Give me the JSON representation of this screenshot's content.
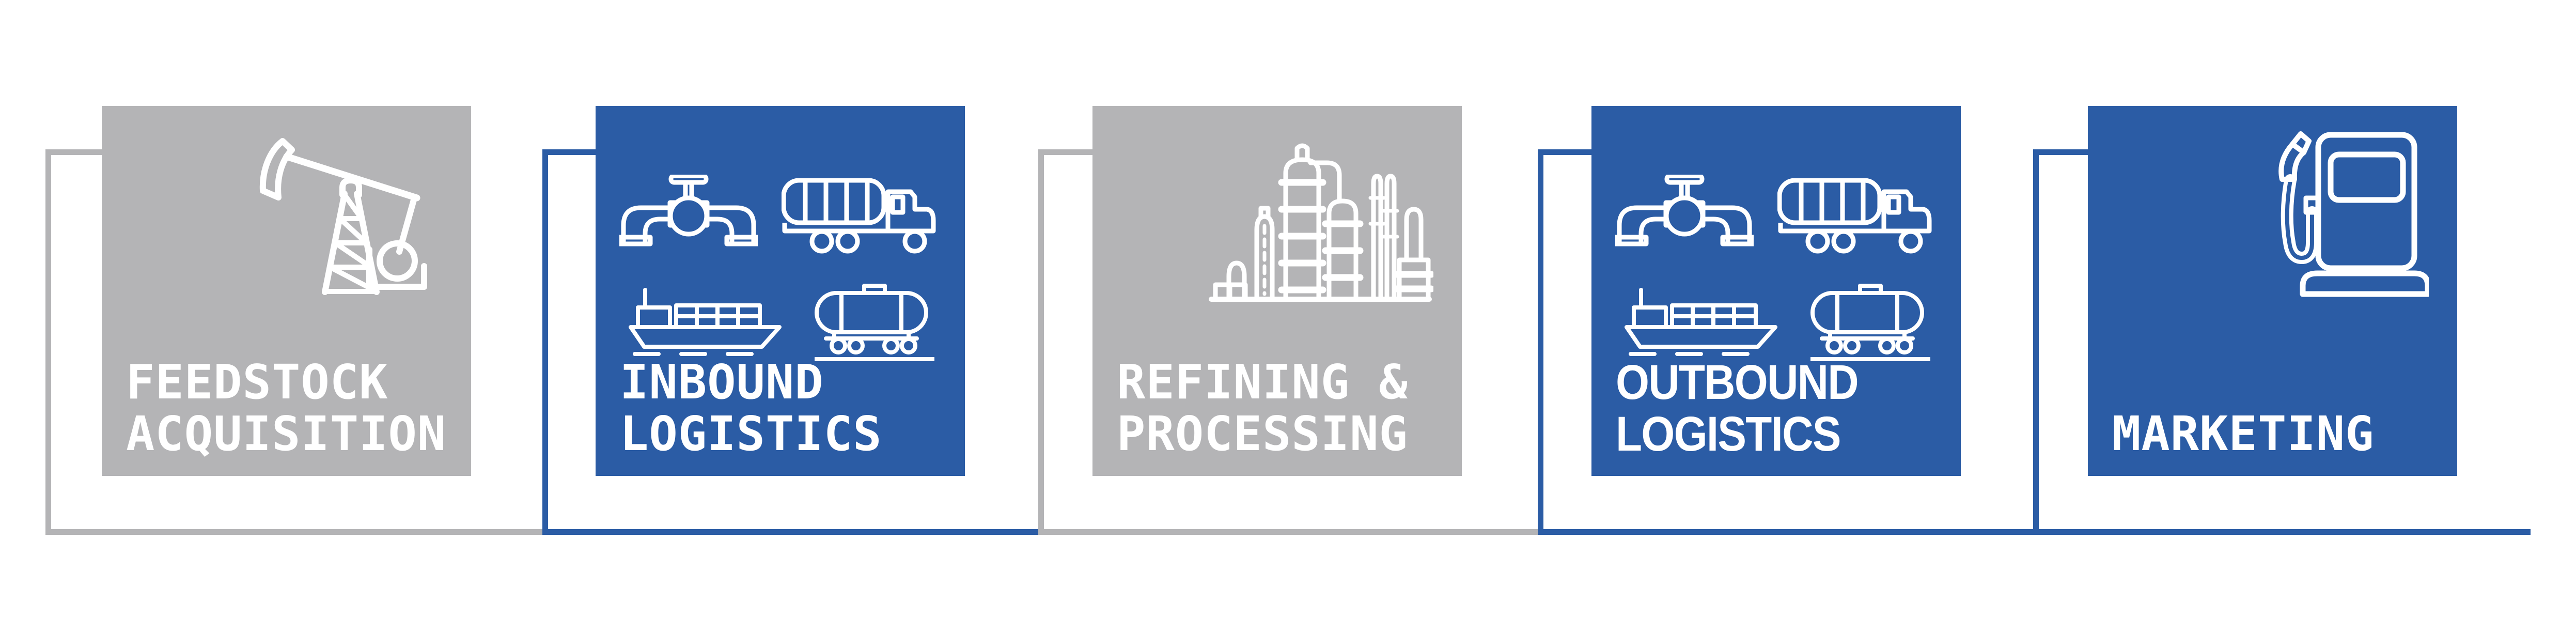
{
  "diagram": {
    "type": "process-flow-value-chain",
    "background": "#ffffff",
    "stage_count": 5,
    "flow": "left-to-right"
  },
  "colors": {
    "blue": "#2b5ca5",
    "gray": "#b4b4b6",
    "label_text": "#ffffff",
    "icon_stroke": "#ffffff"
  },
  "stages": [
    {
      "name": "feedstock-acquisition",
      "lines": [
        "FEEDSTOCK",
        "ACQUISITION"
      ],
      "theme": "gray",
      "icons": [
        "oil-pumpjack"
      ]
    },
    {
      "name": "inbound-logistics",
      "lines": [
        "INBOUND",
        "LOGISTICS"
      ],
      "theme": "blue",
      "icons": [
        "pipeline-valve",
        "tanker-truck",
        "cargo-ship",
        "rail-tank-car"
      ]
    },
    {
      "name": "refining-processing",
      "lines": [
        "REFINING &",
        "PROCESSING"
      ],
      "theme": "gray",
      "icons": [
        "refinery-plant"
      ]
    },
    {
      "name": "outbound-logistics",
      "lines": [
        "OUTBOUND",
        "LOGISTICS"
      ],
      "theme": "blue",
      "icons": [
        "pipeline-valve",
        "tanker-truck",
        "cargo-ship",
        "rail-tank-car"
      ]
    },
    {
      "name": "marketing",
      "lines": [
        "",
        "MARKETING"
      ],
      "theme": "blue",
      "icons": [
        "fuel-pump"
      ]
    }
  ]
}
